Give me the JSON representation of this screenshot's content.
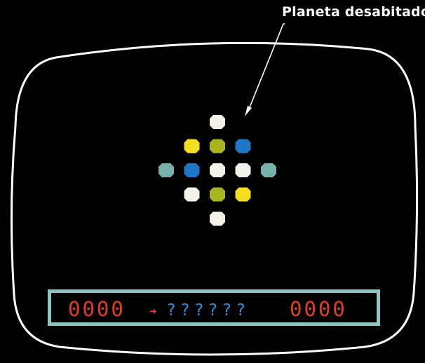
{
  "callout": {
    "label": "Planeta desabitado"
  },
  "hud": {
    "left_counter": "0000",
    "arrow_icon": "right-arrow-icon",
    "mystery_code": "??????",
    "right_counter": "0000"
  },
  "colors": {
    "background": "#000000",
    "screen_outline": "#ffffff",
    "hud_border": "#8fc4c0",
    "counter": "#e63b1f",
    "mystery": "#2f8fd8",
    "white": "#f4f1ea",
    "yellow": "#f3df1d",
    "olive": "#a8b51c",
    "blue": "#1f78c6",
    "teal": "#78b1ab"
  },
  "board": {
    "rows": [
      [
        "empty",
        "empty",
        "white",
        "empty",
        "empty"
      ],
      [
        "empty",
        "yellow",
        "olive",
        "blue",
        "empty"
      ],
      [
        "teal",
        "blue",
        "white",
        "white",
        "teal"
      ],
      [
        "empty",
        "white",
        "olive",
        "yellow",
        "empty"
      ],
      [
        "empty",
        "empty",
        "white",
        "empty",
        "empty"
      ]
    ]
  }
}
